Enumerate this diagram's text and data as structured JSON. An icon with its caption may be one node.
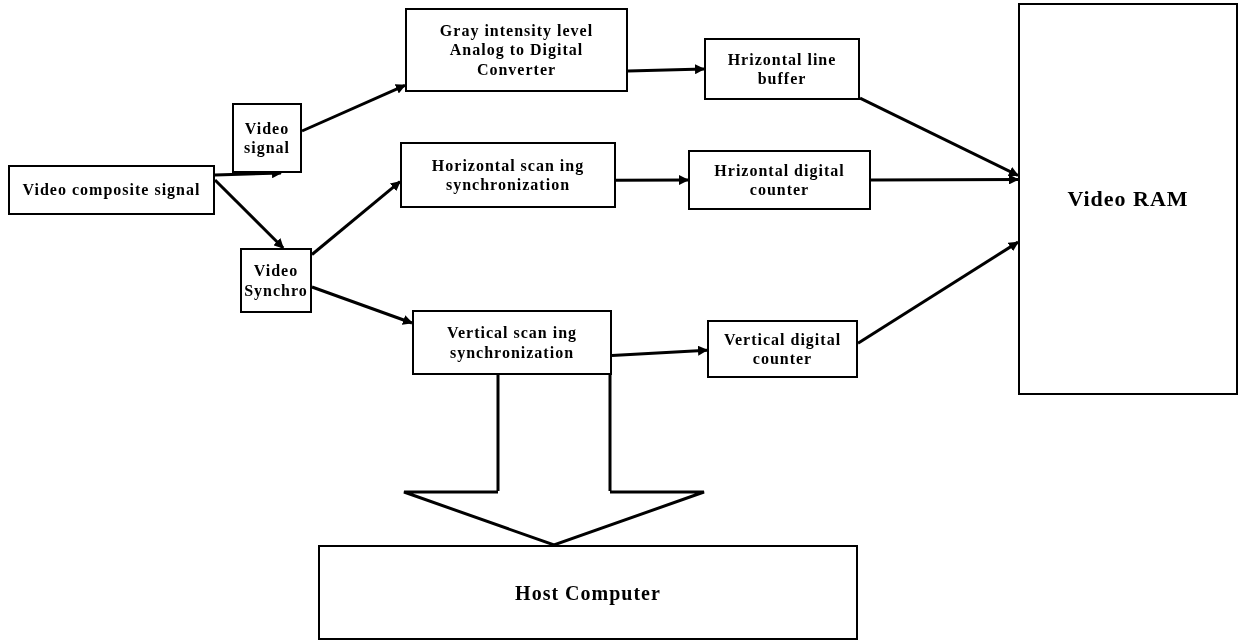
{
  "diagram": {
    "nodes": [
      {
        "text": [
          "Video composite signal"
        ]
      },
      {
        "text": [
          "Video signal"
        ]
      },
      {
        "text": [
          "Gray intensity level Analog to Digital Converter"
        ]
      },
      {
        "text": [
          "Hrizontal line buffer"
        ]
      },
      {
        "text": [
          "Video RAM"
        ]
      },
      {
        "text": [
          "Video Synchro"
        ]
      },
      {
        "text": [
          "Horizontal scan ing synchronization"
        ]
      },
      {
        "text": [
          "Hrizontal digital counter"
        ]
      },
      {
        "text": [
          "Vertical scan ing synchronization"
        ]
      },
      {
        "text": [
          "Vertical digital counter"
        ]
      },
      {
        "text": [
          "Host Computer"
        ]
      }
    ],
    "edges": [
      {
        "from": 0,
        "to": 1,
        "arrow": "to"
      },
      {
        "from": 0,
        "to": 5,
        "arrow": "to"
      },
      {
        "from": 1,
        "to": 2,
        "arrow": "to"
      },
      {
        "from": 2,
        "to": 3,
        "arrow": "to"
      },
      {
        "from": 3,
        "to": 4,
        "arrow": "to"
      },
      {
        "from": 5,
        "to": 6,
        "arrow": "to"
      },
      {
        "from": 5,
        "to": 8,
        "arrow": "to"
      },
      {
        "from": 6,
        "to": 7,
        "arrow": "to"
      },
      {
        "from": 7,
        "to": 4,
        "arrow": "to"
      },
      {
        "from": 8,
        "to": 9,
        "arrow": "to"
      },
      {
        "from": 9,
        "to": 4,
        "arrow": "to"
      },
      {
        "from": 8,
        "to": 10,
        "arrow": "to",
        "style": "thick"
      }
    ]
  }
}
